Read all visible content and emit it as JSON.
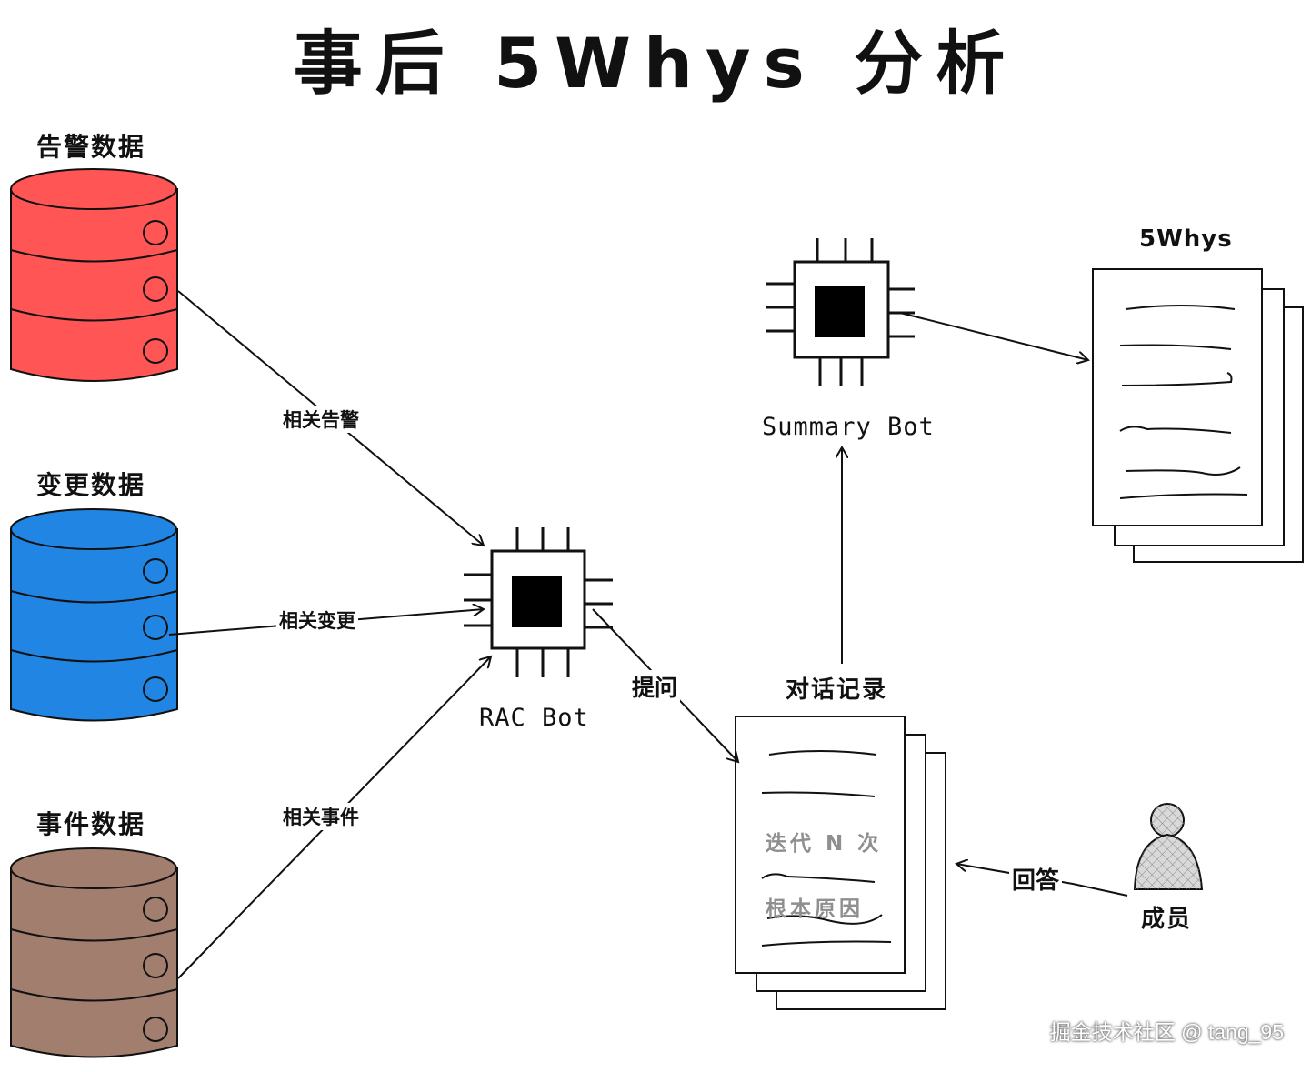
{
  "title": "事后 5Whys 分析",
  "databases": [
    {
      "label": "告警数据",
      "color": "#ff5555"
    },
    {
      "label": "变更数据",
      "color": "#2185e3"
    },
    {
      "label": "事件数据",
      "color": "#a27e6f"
    }
  ],
  "edges": {
    "related_alerts": "相关告警",
    "related_changes": "相关变更",
    "related_events": "相关事件",
    "ask": "提问",
    "answer": "回答"
  },
  "bots": {
    "rac": "RAC Bot",
    "summary": "Summary Bot"
  },
  "documents": {
    "conversation": "对话记录",
    "whys": "5Whys"
  },
  "notes": {
    "iterate": "迭代 N 次",
    "root_cause": "根本原因"
  },
  "member": "成员",
  "watermark": "掘金技术社区 @ tang_95",
  "colors": {
    "stroke": "#111111",
    "chip_core": "#000000",
    "person_fill": "#d9d9d9"
  }
}
